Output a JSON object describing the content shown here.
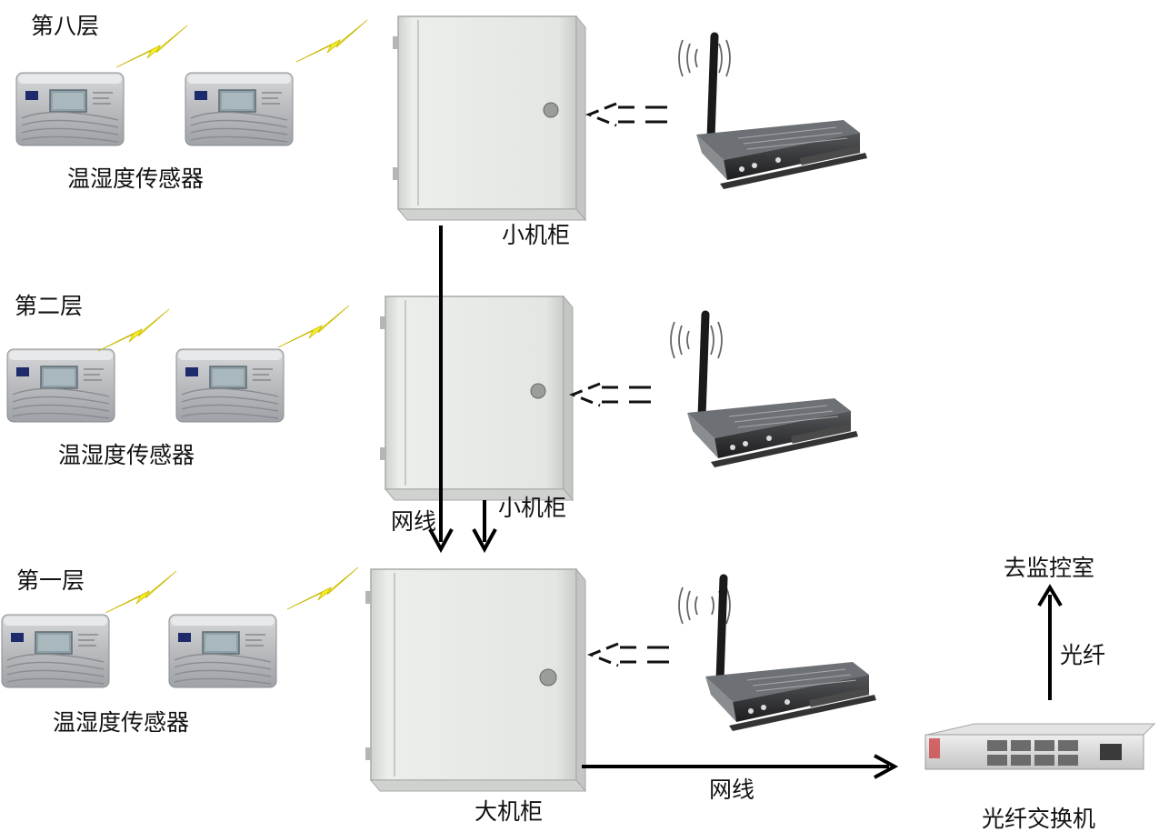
{
  "floors": [
    {
      "name": "第八层",
      "sensor_label": "温湿度传感器",
      "cabinet_label": "小机柜"
    },
    {
      "name": "第二层",
      "sensor_label": "温湿度传感器",
      "cabinet_label": "小机柜"
    },
    {
      "name": "第一层",
      "sensor_label": "温湿度传感器",
      "cabinet_label": "大机柜"
    }
  ],
  "connections": {
    "network_cable": "网线",
    "network_cable_bottom": "网线",
    "fiber": "光纤"
  },
  "switch": {
    "label": "光纤交换机"
  },
  "destination": {
    "label": "去监控室"
  },
  "colors": {
    "signal_bolt": "#f5ee2a",
    "cabinet_body": "#e4e6e4",
    "gateway_body": "#2c2c2c",
    "arrow": "#000000"
  },
  "icons": [
    "lightning-signal-icon",
    "radio-waves-icon",
    "lock-icon"
  ]
}
